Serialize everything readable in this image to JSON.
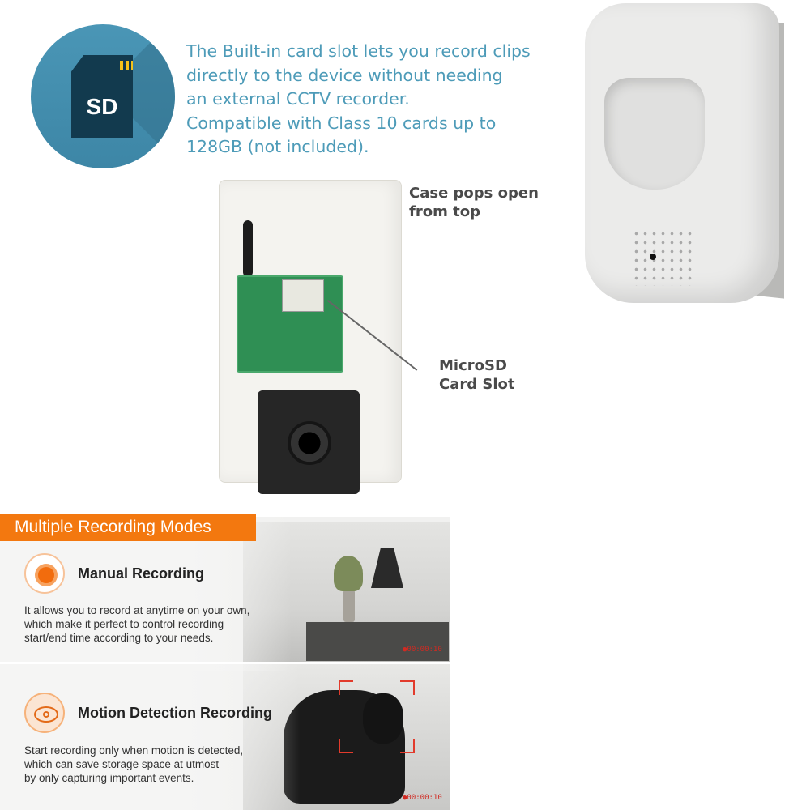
{
  "sd_section": {
    "icon_label": "SD",
    "promo_lines": [
      "The Built-in card slot lets you record clips",
      "directly to the device without needing",
      "an external CCTV recorder.",
      "Compatible with Class 10 cards up to",
      "128GB (not included)."
    ],
    "colors": {
      "circle": "#4a96b6",
      "text": "#4d9bb8",
      "card": "#123a4e"
    }
  },
  "callouts": {
    "case_lines": [
      "Case pops open",
      "from top"
    ],
    "slot_lines": [
      "MicroSD",
      "Card Slot"
    ]
  },
  "modes": {
    "banner": "Multiple Recording Modes",
    "banner_color": "#f3780f",
    "items": [
      {
        "icon": "record-dot-icon",
        "title": "Manual Recording",
        "desc_lines": [
          "It allows you to record at anytime on your own,",
          "which make it perfect to control recording",
          "start/end time according to your needs."
        ]
      },
      {
        "icon": "eye-icon",
        "title": "Motion Detection Recording",
        "desc_lines": [
          "Start recording only when motion is detected,",
          "which can save storage space at utmost",
          "by only capturing important events."
        ]
      }
    ],
    "rec_tag_1": "●00:00:10",
    "rec_tag_2": "●00:00:10"
  }
}
